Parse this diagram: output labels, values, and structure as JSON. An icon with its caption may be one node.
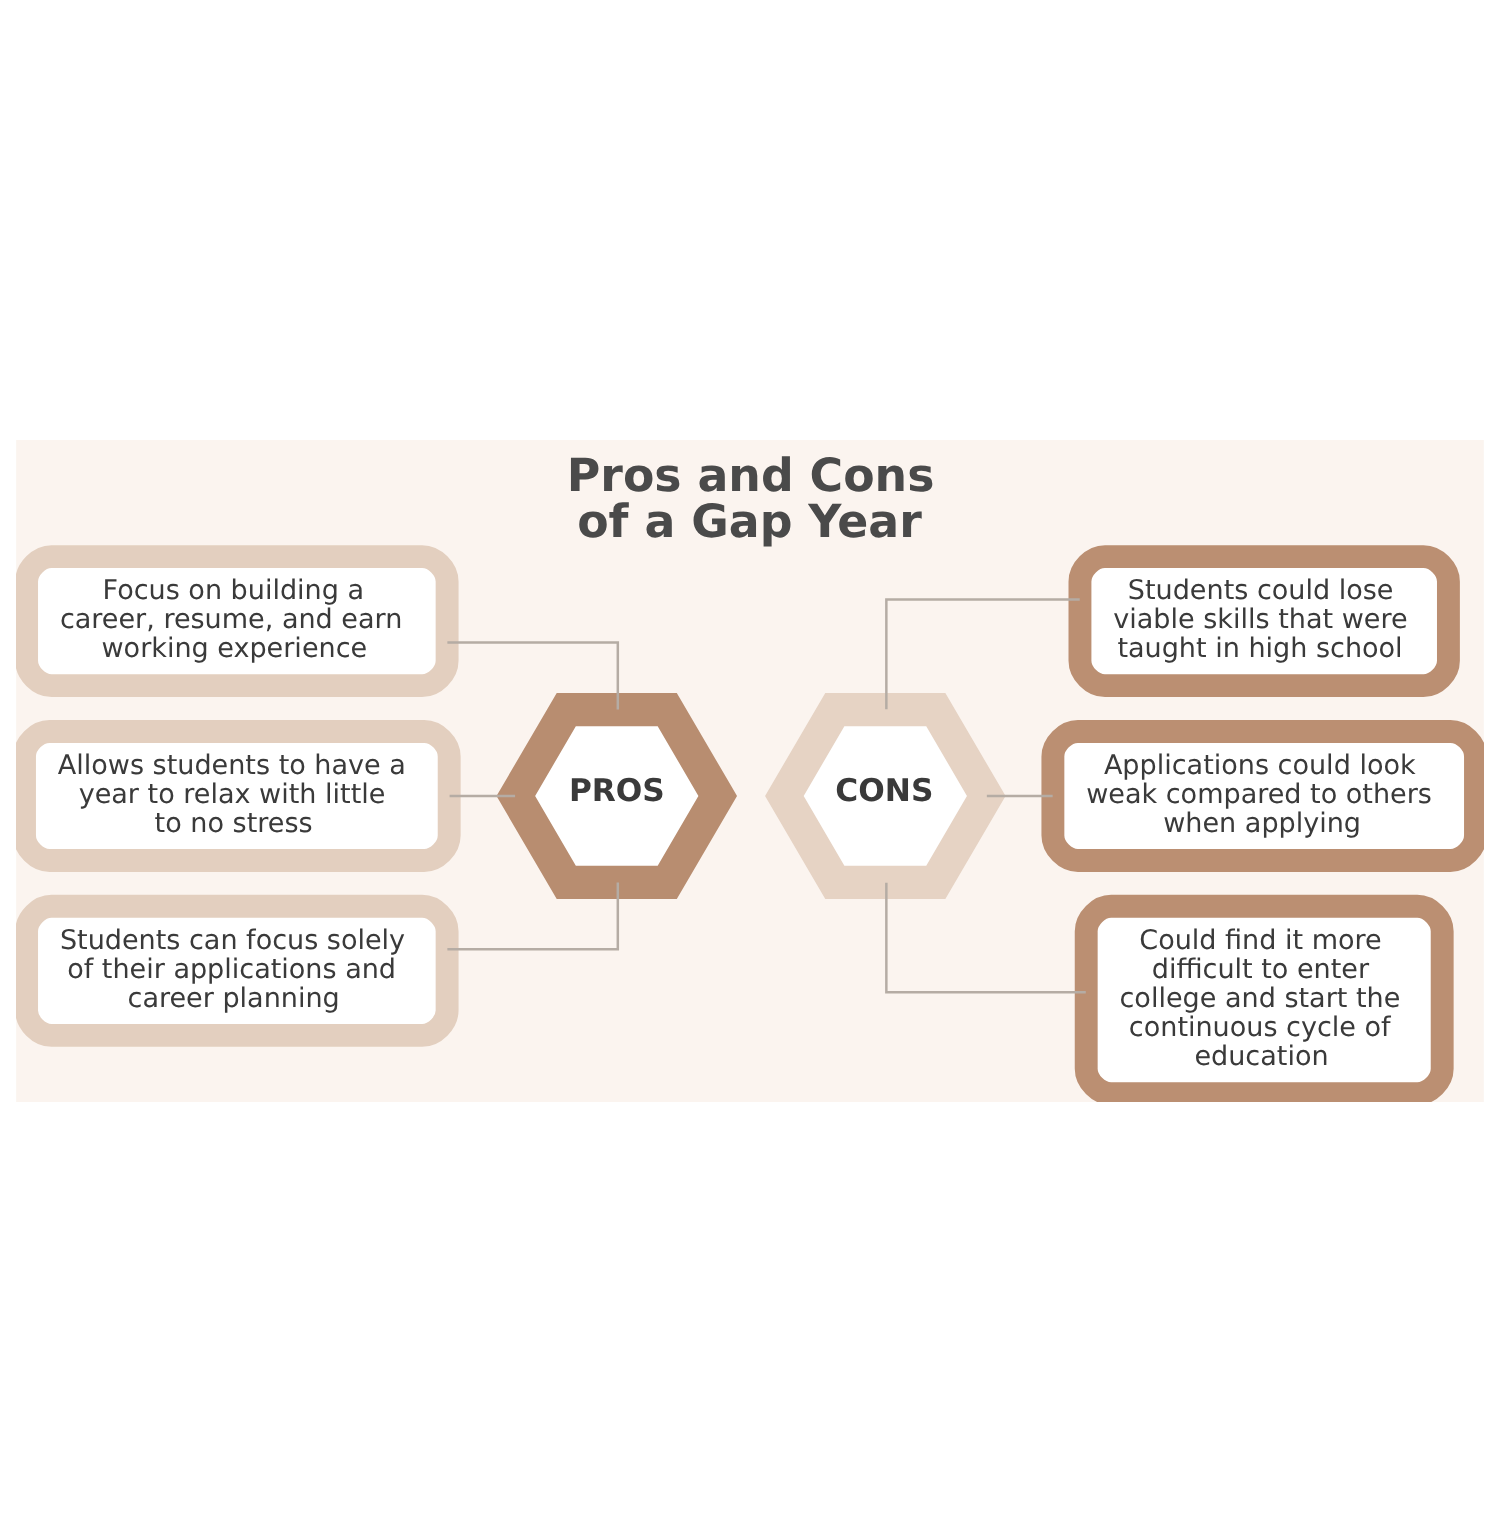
{
  "diagram": {
    "title": "Pros and Cons of a Gap Year",
    "nodes": [
      {
        "text": [
          "Focus on building a career, resume, and earn working experience"
        ]
      },
      {
        "text": [
          "Students could lose viable skills that were taught in high school"
        ]
      },
      {
        "text": [
          "Allows students to have a year to relax with little to no stress"
        ]
      },
      {
        "text": [
          "PROS"
        ]
      },
      {
        "text": [
          "CONS"
        ]
      },
      {
        "text": [
          "Applications could look weak compared to others when applying"
        ]
      },
      {
        "text": [
          "Students can focus solely of their applications and career planning"
        ]
      },
      {
        "text": [
          "Could find it more difficult to enter college and start the continuous cycle of education"
        ]
      }
    ],
    "edges": [
      {
        "from": 0,
        "to": 3,
        "arrow": "none"
      },
      {
        "from": 2,
        "to": 3,
        "arrow": "none"
      },
      {
        "from": 6,
        "to": 3,
        "arrow": "none"
      },
      {
        "from": 4,
        "to": 1,
        "arrow": "none"
      },
      {
        "from": 4,
        "to": 5,
        "arrow": "none"
      },
      {
        "from": 4,
        "to": 7,
        "arrow": "none"
      }
    ]
  }
}
